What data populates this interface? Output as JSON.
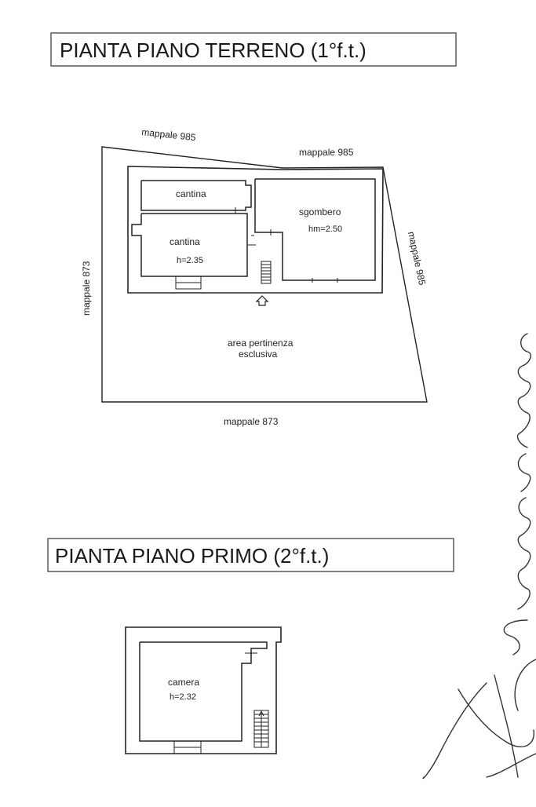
{
  "ground_floor": {
    "title": "PIANTA PIANO TERRENO (1°f.t.)",
    "labels": {
      "north_left": "mappale 985",
      "north_right": "mappale 985",
      "east": "mappale 985",
      "west": "mappale 873",
      "south": "mappale 873"
    },
    "rooms": {
      "cantina_top": "cantina",
      "cantina_main": "cantina",
      "cantina_main_height": "h=2.35",
      "sgombero": "sgombero",
      "sgombero_height": "hm=2.50",
      "area_line1": "area pertinenza",
      "area_line2": "esclusiva"
    }
  },
  "first_floor": {
    "title": "PIANTA PIANO PRIMO (2°f.t.)",
    "rooms": {
      "camera": "camera",
      "camera_height": "h=2.32"
    }
  }
}
